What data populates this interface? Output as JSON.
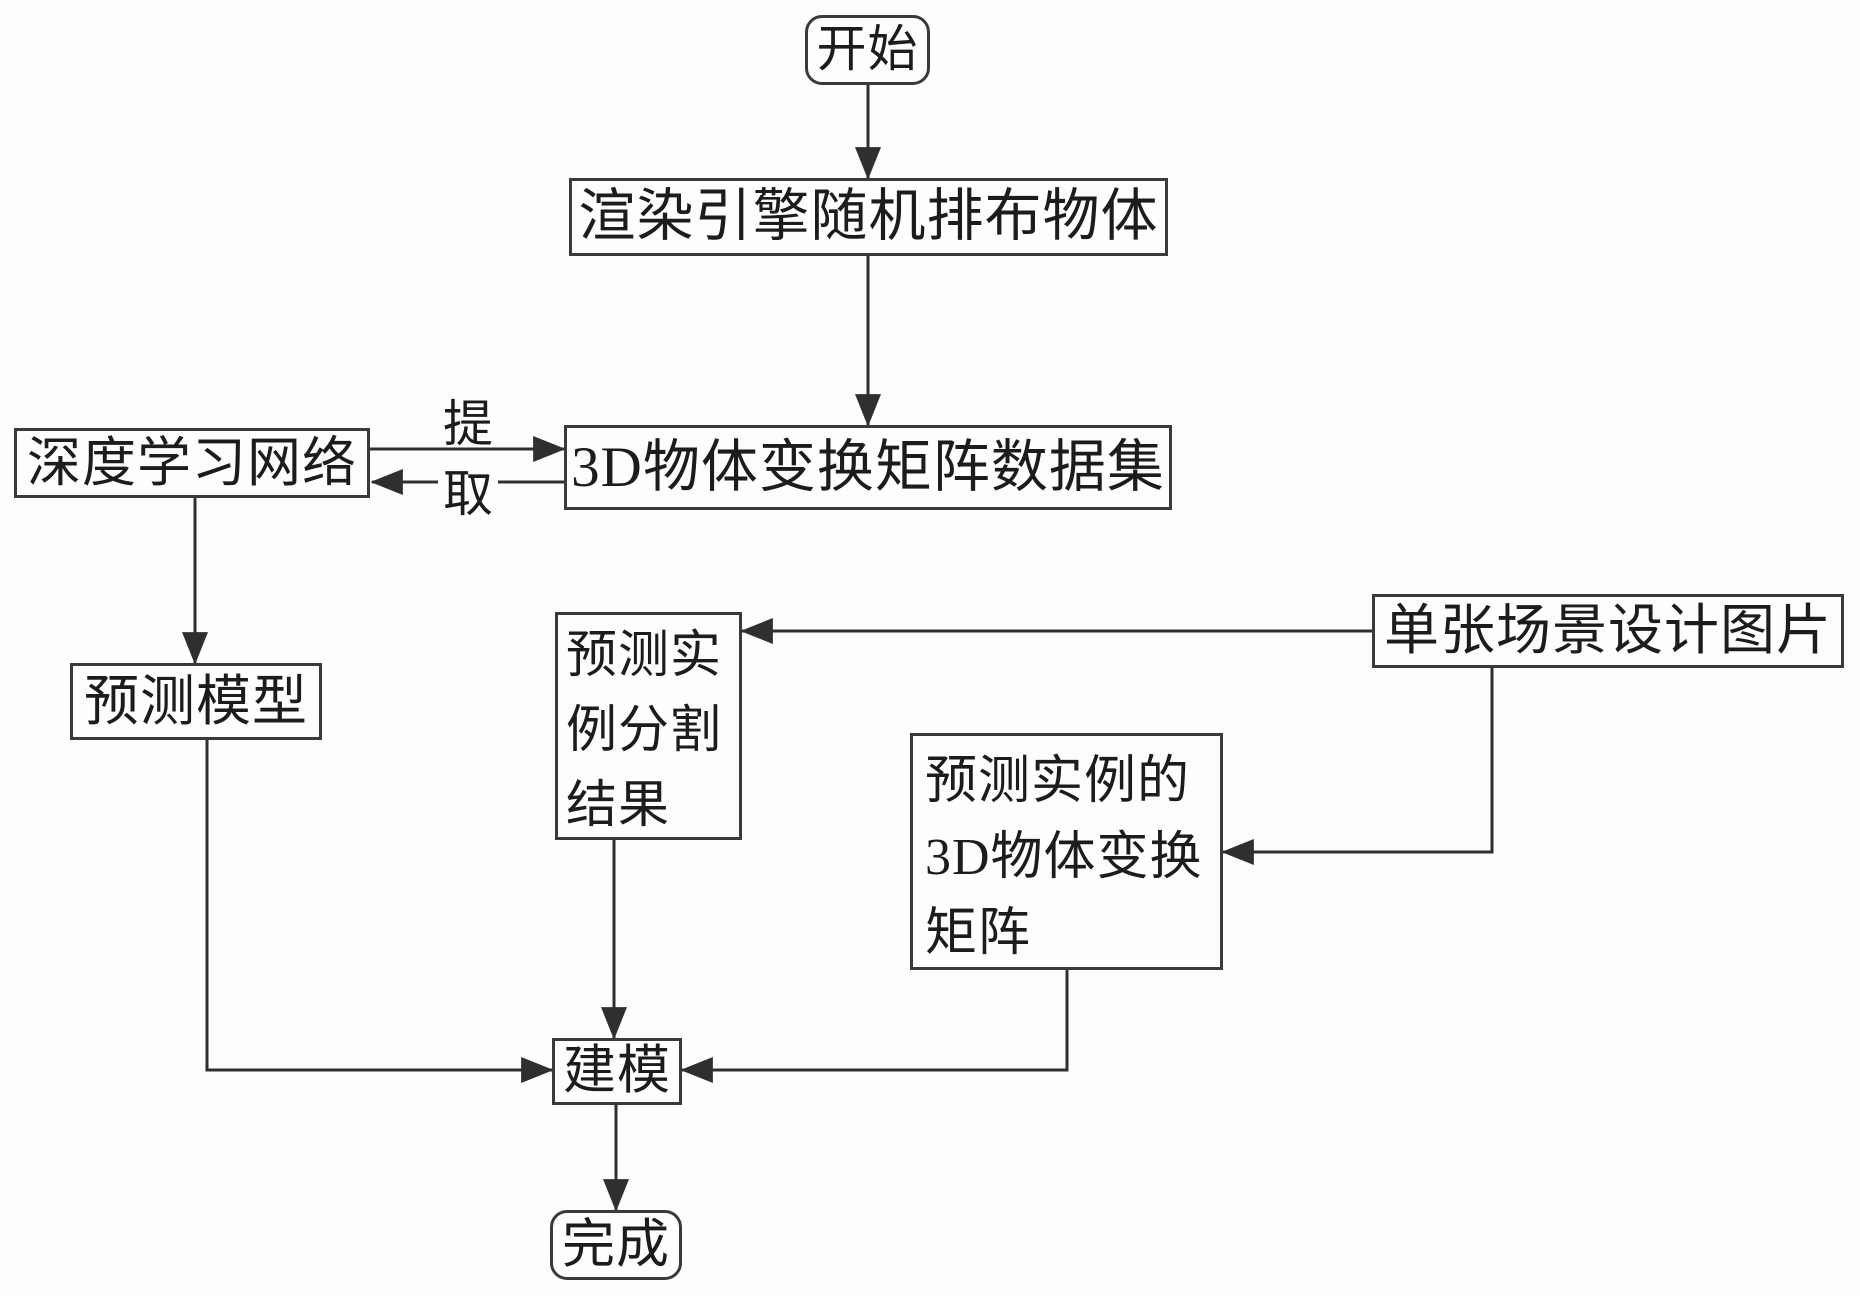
{
  "diagram": {
    "type": "flowchart",
    "background_color": "#fdfdfd",
    "line_color": "#2f2f2f",
    "text_color": "#1c1c1c",
    "nodes": {
      "start": {
        "label": "开始",
        "shape": "rounded-rect"
      },
      "render_engine": {
        "label": "渲染引擎随机排布物体",
        "shape": "rect"
      },
      "dataset": {
        "label": "3D物体变换矩阵数据集",
        "shape": "rect"
      },
      "deep_network": {
        "label": "深度学习网络",
        "shape": "rect"
      },
      "prediction_model": {
        "label": "预测模型",
        "shape": "rect"
      },
      "seg_result": {
        "label": "预测实\n例分割\n结果",
        "shape": "rect"
      },
      "scene_image": {
        "label": "单张场景设计图片",
        "shape": "rect"
      },
      "transform_matrix": {
        "label": "预测实例的\n3D物体变换\n矩阵",
        "shape": "rect"
      },
      "modeling": {
        "label": "建模",
        "shape": "rect"
      },
      "finish": {
        "label": "完成",
        "shape": "rounded-rect"
      }
    },
    "edge_labels": {
      "extract_char_top": "提",
      "extract_char_bottom": "取"
    },
    "edges": [
      {
        "from": "start",
        "to": "render_engine"
      },
      {
        "from": "render_engine",
        "to": "dataset"
      },
      {
        "from": "deep_network",
        "to": "dataset",
        "label": "提"
      },
      {
        "from": "dataset",
        "to": "deep_network",
        "label": "取"
      },
      {
        "from": "deep_network",
        "to": "prediction_model"
      },
      {
        "from": "prediction_model",
        "to": "modeling"
      },
      {
        "from": "scene_image",
        "to": "seg_result"
      },
      {
        "from": "scene_image",
        "to": "transform_matrix"
      },
      {
        "from": "seg_result",
        "to": "modeling"
      },
      {
        "from": "transform_matrix",
        "to": "modeling"
      },
      {
        "from": "modeling",
        "to": "finish"
      }
    ]
  }
}
